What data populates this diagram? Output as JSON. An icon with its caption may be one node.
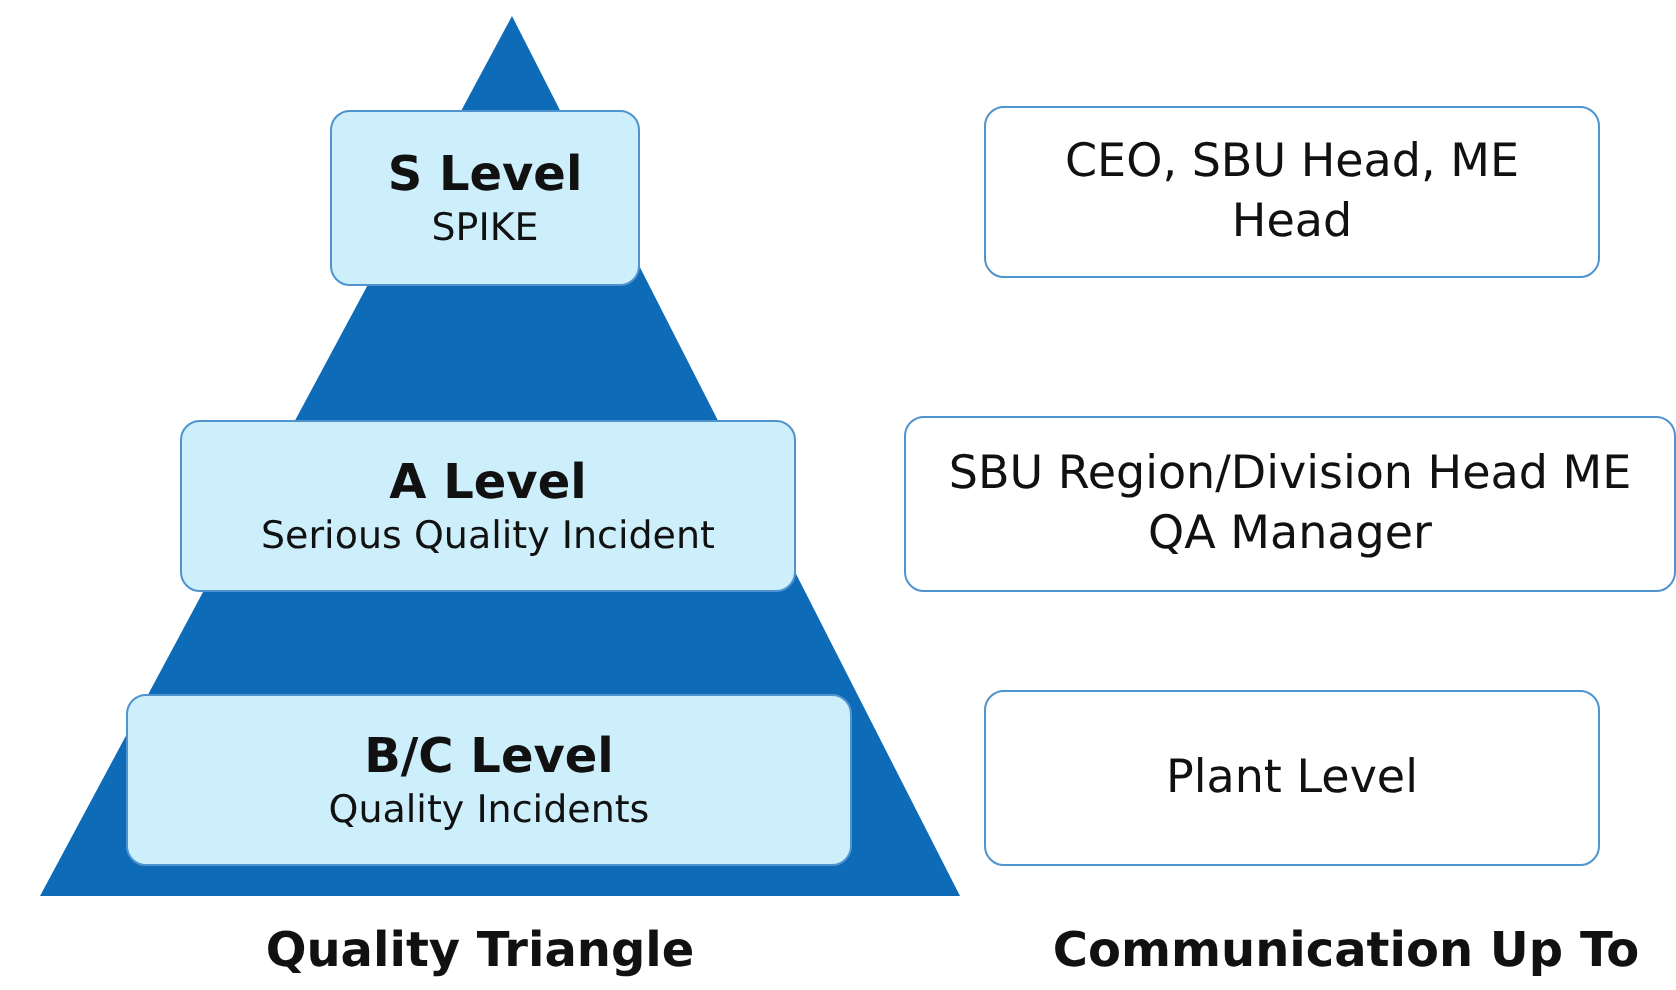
{
  "diagram": {
    "nodes": [
      {
        "text": [
          "S Level",
          "SPIKE"
        ]
      },
      {
        "text": [
          "CEO, SBU Head, ME Head"
        ]
      },
      {
        "text": [
          "A Level",
          "Serious Quality Incident"
        ]
      },
      {
        "text": [
          "SBU Region/Division Head ME QA Manager"
        ]
      },
      {
        "text": [
          "B/C Level",
          "Quality Incidents"
        ]
      },
      {
        "text": [
          "Plant Level"
        ]
      }
    ],
    "edges": [],
    "labels": [
      "Quality Triangle",
      "Communication Up To"
    ]
  }
}
